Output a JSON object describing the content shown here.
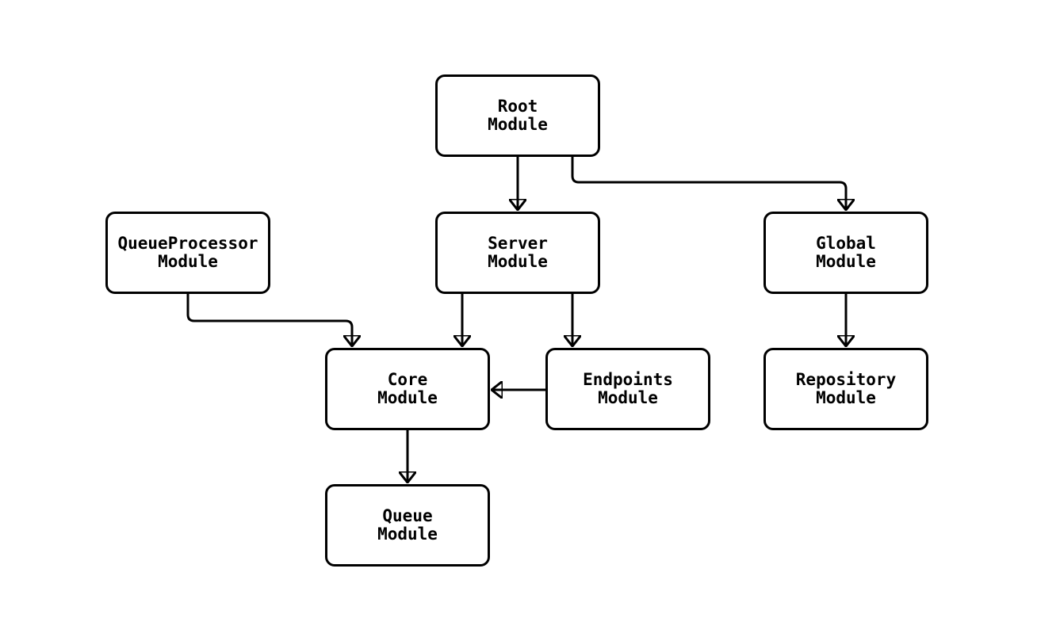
{
  "diagram": {
    "type": "flowchart",
    "background_color": "#ffffff",
    "stroke_color": "#000000",
    "nodes": {
      "root": {
        "line1": "Root",
        "line2": "Module"
      },
      "queue_processor": {
        "line1": "QueueProcessor",
        "line2": "Module"
      },
      "server": {
        "line1": "Server",
        "line2": "Module"
      },
      "global": {
        "line1": "Global",
        "line2": "Module"
      },
      "core": {
        "line1": "Core",
        "line2": "Module"
      },
      "endpoints": {
        "line1": "Endpoints",
        "line2": "Module"
      },
      "repository": {
        "line1": "Repository",
        "line2": "Module"
      },
      "queue": {
        "line1": "Queue",
        "line2": "Module"
      }
    },
    "edges": [
      {
        "from": "Root Module",
        "to": "Server Module"
      },
      {
        "from": "Root Module",
        "to": "Global Module"
      },
      {
        "from": "QueueProcessor Module",
        "to": "Core Module"
      },
      {
        "from": "Server Module",
        "to": "Core Module"
      },
      {
        "from": "Server Module",
        "to": "Endpoints Module"
      },
      {
        "from": "Endpoints Module",
        "to": "Core Module"
      },
      {
        "from": "Global Module",
        "to": "Repository Module"
      },
      {
        "from": "Core Module",
        "to": "Queue Module"
      }
    ]
  }
}
